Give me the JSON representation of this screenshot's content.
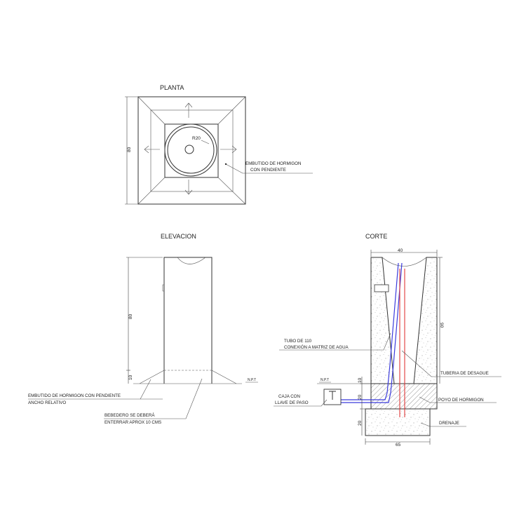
{
  "views": {
    "plan": {
      "title": "PLANTA"
    },
    "elevation": {
      "title": "ELEVACION"
    },
    "section": {
      "title": "CORTE"
    }
  },
  "plan": {
    "radius_label": "R20",
    "height_dim": "80",
    "note_line1": "EMBUTIDO DE HORMIGON",
    "note_line2": "CON PENDIENTE"
  },
  "elevation": {
    "height_dim": "80",
    "base_dim": "10",
    "npt": "N.P.T",
    "note1_line1": "EMBUTIDO DE HORMIGON CON PENDIENTE",
    "note1_line2": "ANCHO RELATIVO",
    "note2_line1": "BEBEDERO SE DEBERÁ",
    "note2_line2": "ENTERRAR APROX 10 CMS"
  },
  "section": {
    "top_width": "40",
    "height": "90",
    "dim_10": "10",
    "dim_20a": "20",
    "dim_20b": "20",
    "bottom_width": "65",
    "npt": "N.P.T",
    "tube_line1": "TUBO DE 110",
    "tube_line2": "CONEXIÓN A MATRIZ DE AGUA",
    "drain_pipe": "TUBERIA DE DESAGUE",
    "box_line1": "CAJA CON",
    "box_line2": "LLAVE DE PASO",
    "concrete_base": "POYO DE HORMIGON",
    "drainage": "DRENAJE"
  },
  "colors": {
    "line": "#333333",
    "water_pipe": "#3b3bdc",
    "drain_pipe": "#e03a3a"
  }
}
